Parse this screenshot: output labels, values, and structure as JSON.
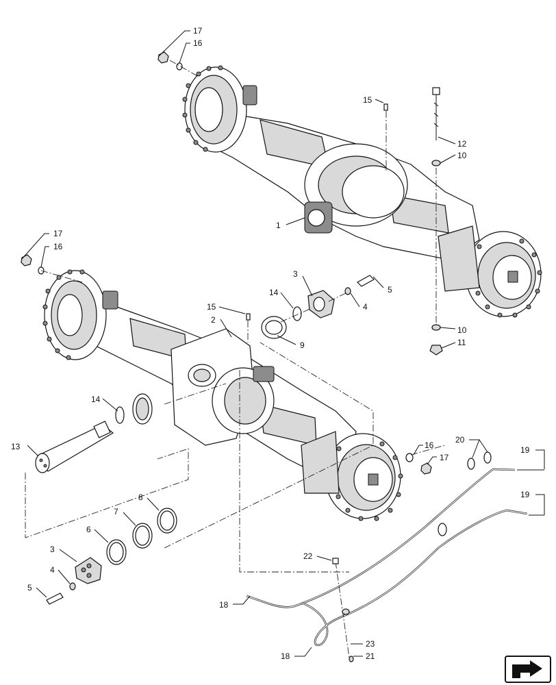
{
  "diagram": {
    "callouts": [
      {
        "id": "c-17-top",
        "label": "17"
      },
      {
        "id": "c-16-top",
        "label": "16"
      },
      {
        "id": "c-15-top",
        "label": "15"
      },
      {
        "id": "c-12",
        "label": "12"
      },
      {
        "id": "c-10-top",
        "label": "10"
      },
      {
        "id": "c-1",
        "label": "1"
      },
      {
        "id": "c-17-mid",
        "label": "17"
      },
      {
        "id": "c-16-mid",
        "label": "16"
      },
      {
        "id": "c-3-top",
        "label": "3"
      },
      {
        "id": "c-5-top",
        "label": "5"
      },
      {
        "id": "c-14-top",
        "label": "14"
      },
      {
        "id": "c-4-top",
        "label": "4"
      },
      {
        "id": "c-15-mid",
        "label": "15"
      },
      {
        "id": "c-2",
        "label": "2"
      },
      {
        "id": "c-9",
        "label": "9"
      },
      {
        "id": "c-10-bot",
        "label": "10"
      },
      {
        "id": "c-11",
        "label": "11"
      },
      {
        "id": "c-14-bot",
        "label": "14"
      },
      {
        "id": "c-13",
        "label": "13"
      },
      {
        "id": "c-16-bot",
        "label": "16"
      },
      {
        "id": "c-17-bot",
        "label": "17"
      },
      {
        "id": "c-20",
        "label": "20"
      },
      {
        "id": "c-19-top",
        "label": "19"
      },
      {
        "id": "c-19-bot",
        "label": "19"
      },
      {
        "id": "c-8",
        "label": "8"
      },
      {
        "id": "c-7",
        "label": "7"
      },
      {
        "id": "c-6",
        "label": "6"
      },
      {
        "id": "c-3-bot",
        "label": "3"
      },
      {
        "id": "c-4-bot",
        "label": "4"
      },
      {
        "id": "c-5-bot",
        "label": "5"
      },
      {
        "id": "c-22",
        "label": "22"
      },
      {
        "id": "c-18-top",
        "label": "18"
      },
      {
        "id": "c-18-bot",
        "label": "18"
      },
      {
        "id": "c-23",
        "label": "23"
      },
      {
        "id": "c-21",
        "label": "21"
      }
    ],
    "nav_icon": "arrow-return-icon"
  }
}
